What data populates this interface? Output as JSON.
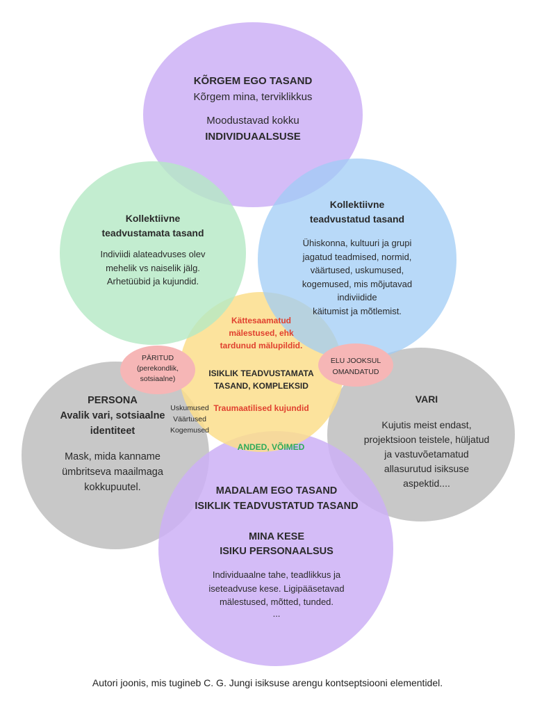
{
  "colors": {
    "top": "#cdb0f6",
    "left_green": "#bdebc8",
    "right_blue": "#a9d0f6",
    "center_yellow": "#fbe39a",
    "side_gray": "#bfbfbf",
    "bottom_purple": "#cdb0f6",
    "pink": "#f6b2b2"
  },
  "top": {
    "title": "KÕRGEM EGO TASAND",
    "subtitle": "Kõrgem mina, terviklikkus",
    "line3": "Moodustavad kokku",
    "line4": "INDIVIDUAALSUSE"
  },
  "left_green": {
    "title1": "Kollektiivne",
    "title2": "teadvustamata tasand",
    "body1": "Indiviidi alateadvuses olev",
    "body2": "mehelik vs naiselik jälg.",
    "body3": "Arhetüübid ja kujundid."
  },
  "right_blue": {
    "title1": "Kollektiivne",
    "title2": "teadvustatud tasand",
    "body1": "Ühiskonna, kultuuri ja grupi",
    "body2": "jagatud teadmised, normid,",
    "body3": "väärtused, uskumused,",
    "body4": "kogemused, mis mõjutavad",
    "body5": "indiviidide",
    "body6": "käitumist ja mõtlemist."
  },
  "center": {
    "red1": "Kättesaamatud",
    "red2": "mälestused, ehk",
    "red3": "tardunud mälupildid.",
    "title1": "ISIKLIK TEADVUSTAMATA",
    "title2": "TASAND, KOMPLEKSID",
    "red4": "Traumaatilised kujundid",
    "green": "ANDED, VÕIMED"
  },
  "pink_left": {
    "l1": "PÄRITUD",
    "l2": "(perekondlik,",
    "l3": "sotsiaalne)"
  },
  "pink_right": {
    "l1": "ELU JOOKSUL",
    "l2": "OMANDATUD"
  },
  "small_list": [
    "Uskumused",
    "Väärtused",
    "Kogemused"
  ],
  "persona": {
    "t1": "PERSONA",
    "t2": "Avalik vari, sotsiaalne",
    "t3": "identiteet",
    "b1": "Mask, mida kanname",
    "b2": "ümbritseva maailmaga",
    "b3": "kokkupuutel."
  },
  "vari": {
    "title": "VARI",
    "b1": "Kujutis meist endast,",
    "b2": "projektsioon teistele, hüljatud",
    "b3": "ja vastuvõetamatud",
    "b4": "allasurutud  isiksuse",
    "b5": "aspektid...."
  },
  "bottom": {
    "t1": "MADALAM EGO TASAND",
    "t2": "ISIKLIK TEADVUSTATUD TASAND",
    "t3": "MINA KESE",
    "t4": "ISIKU PERSONAALSUS",
    "b1": "Individuaalne tahe, teadlikkus ja",
    "b2": "iseteadvuse kese. Ligipääsetavad",
    "b3": "mälestused, mõtted, tunded.",
    "b4": "..."
  },
  "caption": "Autori joonis, mis tugineb C. G. Jungi isiksuse arengu kontseptsiooni elementidel."
}
